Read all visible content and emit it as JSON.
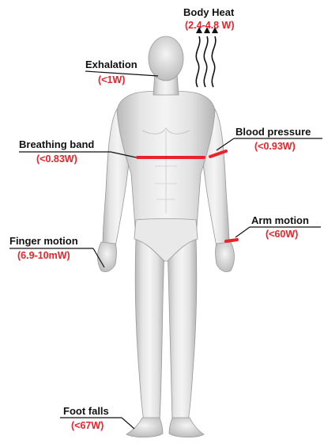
{
  "colors": {
    "accent": "#e8232a",
    "text": "#111111",
    "skin_light": "#f2f2f2",
    "skin_mid": "#d4d4d4",
    "skin_dark": "#a8a8a8"
  },
  "annotations": {
    "body_heat": {
      "label": "Body Heat",
      "value": "(2.4-4.8 W)"
    },
    "exhalation": {
      "label": "Exhalation",
      "value": "(<1W)"
    },
    "breathing_band": {
      "label": "Breathing band",
      "value": "(<0.83W)"
    },
    "blood_pressure": {
      "label": "Blood pressure",
      "value": "(<0.93W)"
    },
    "arm_motion": {
      "label": "Arm motion",
      "value": "(<60W)"
    },
    "finger_motion": {
      "label": "Finger motion",
      "value": "(6.9-10mW)"
    },
    "foot_falls": {
      "label": "Foot falls",
      "value": "(<67W)"
    }
  },
  "icons": [
    "heat-waves-icon",
    "human-body-figure"
  ]
}
